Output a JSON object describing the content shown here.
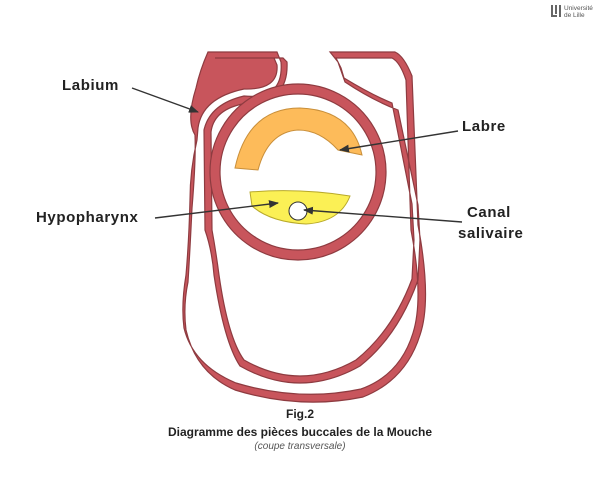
{
  "logo": {
    "line1": "Université",
    "line2": "de Lille"
  },
  "labels": {
    "labium": "Labium",
    "labre": "Labre",
    "hypopharynx": "Hypopharynx",
    "canal_line1": "Canal",
    "canal_line2": "salivaire"
  },
  "caption": {
    "fig": "Fig.2",
    "title": "Diagramme des pièces buccales de la Mouche",
    "subtitle": "(coupe transversale)"
  },
  "colors": {
    "labium_fill": "#c8555c",
    "labium_stroke": "#8e3b40",
    "labre_fill": "#fdbb5a",
    "labre_stroke": "#c98f3a",
    "hypopharynx_fill": "#fbf055",
    "hypopharynx_stroke": "#b8a92a",
    "canal_fill": "#ffffff",
    "arrow": "#333333"
  }
}
